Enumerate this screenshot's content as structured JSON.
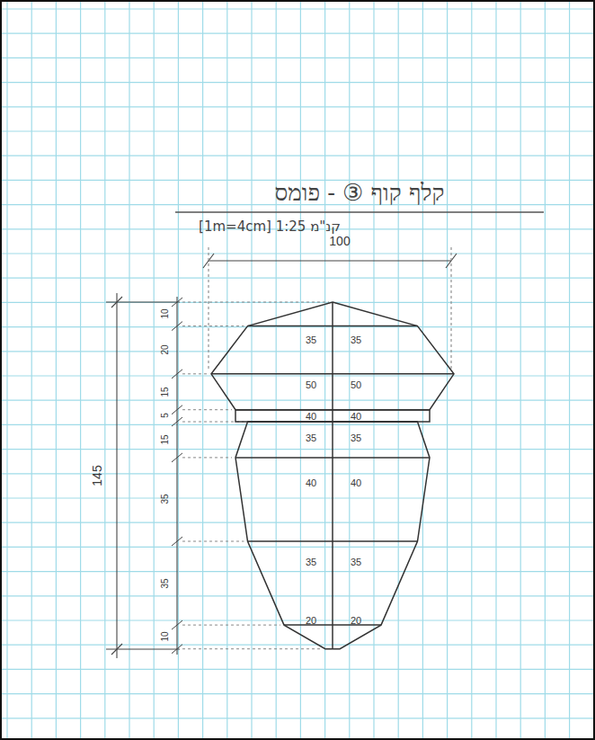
{
  "diagram": {
    "title": "קלף קוף ③ - פומס",
    "labels": [
      "[1m=4cm] 1:25 קנ\"מ",
      "100",
      "145",
      "10",
      "20",
      "15",
      "5",
      "15",
      "35",
      "35",
      "10",
      "35",
      "35",
      "50",
      "50",
      "40",
      "40",
      "35",
      "35",
      "40",
      "40",
      "35",
      "35",
      "20",
      "20"
    ]
  }
}
